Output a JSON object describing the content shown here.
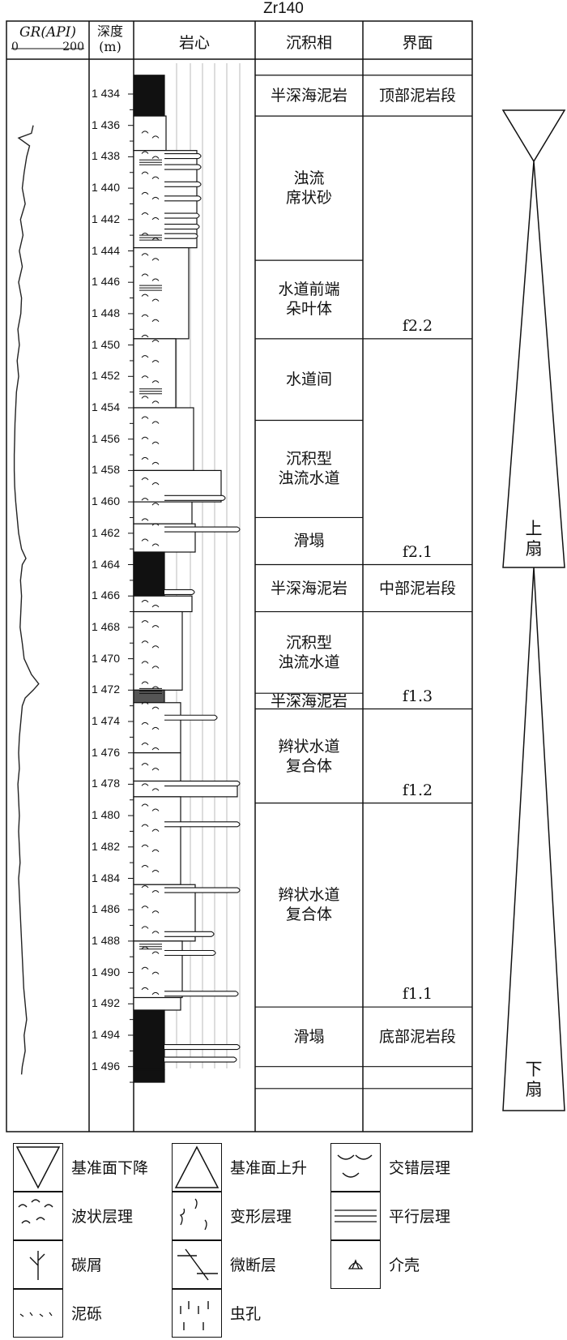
{
  "well": "Zr140",
  "headers": {
    "gr_title": "GR(API)",
    "gr_min": "0",
    "gr_max": "200",
    "depth": "深度",
    "depth_unit": "(m)",
    "core": "岩心",
    "facies": "沉积相",
    "interface": "界面"
  },
  "depth_ticks": [
    "1 434",
    "1 436",
    "1 438",
    "1 440",
    "1 442",
    "1 444",
    "1 446",
    "1 448",
    "1 450",
    "1 452",
    "1 454",
    "1 456",
    "1 458",
    "1 460",
    "1 462",
    "1 464",
    "1 466",
    "1 468",
    "1 470",
    "1 472",
    "1 474",
    "1 476",
    "1 478",
    "1 480",
    "1 482",
    "1 484",
    "1 486",
    "1 488",
    "1 490",
    "1 492",
    "1 494",
    "1 496"
  ],
  "facies": [
    {
      "label": "半深海泥岩",
      "top": 1432.8,
      "bottom": 1435.4
    },
    {
      "label": "浊流\n席状砂",
      "top": 1435.4,
      "bottom": 1444.6
    },
    {
      "label": "水道前端\n朵叶体",
      "top": 1444.6,
      "bottom": 1449.6
    },
    {
      "label": "水道间",
      "top": 1449.6,
      "bottom": 1454.8
    },
    {
      "label": "沉积型\n浊流水道",
      "top": 1454.8,
      "bottom": 1461.0
    },
    {
      "label": "滑塌",
      "top": 1461.0,
      "bottom": 1464.0
    },
    {
      "label": "半深海泥岩",
      "top": 1464.0,
      "bottom": 1467.0
    },
    {
      "label": "沉积型\n浊流水道",
      "top": 1467.0,
      "bottom": 1472.2
    },
    {
      "label": "半深海泥岩",
      "top": 1472.2,
      "bottom": 1473.2
    },
    {
      "label": "辫状水道\n复合体",
      "top": 1473.2,
      "bottom": 1479.2
    },
    {
      "label": "辫状水道\n复合体",
      "top": 1479.2,
      "bottom": 1492.2
    },
    {
      "label": "滑塌",
      "top": 1492.2,
      "bottom": 1496.0
    },
    {
      "label": "",
      "top": 1496.0,
      "bottom": 1497.4
    }
  ],
  "interfaces": [
    {
      "label": "顶部泥岩段",
      "top": 1432.8,
      "bottom": 1435.4
    },
    {
      "label": "f2.2",
      "top": 1435.4,
      "bottom": 1449.6
    },
    {
      "label": "f2.1",
      "top": 1449.6,
      "bottom": 1464.0
    },
    {
      "label": "中部泥岩段",
      "top": 1464.0,
      "bottom": 1467.0
    },
    {
      "label": "f1.3",
      "top": 1467.0,
      "bottom": 1473.2
    },
    {
      "label": "f1.2",
      "top": 1473.2,
      "bottom": 1479.2
    },
    {
      "label": "f1.1",
      "top": 1479.2,
      "bottom": 1492.2
    },
    {
      "label": "底部泥岩段",
      "top": 1492.2,
      "bottom": 1496.0
    },
    {
      "label": "",
      "top": 1496.0,
      "bottom": 1497.4
    }
  ],
  "fans": {
    "upper": "上\n扇",
    "lower": "下\n扇"
  },
  "legend": [
    {
      "icon": "base-level-fall",
      "label": "基准面下降"
    },
    {
      "icon": "base-level-rise",
      "label": "基准面上升"
    },
    {
      "icon": "cross-bedding",
      "label": "交错层理"
    },
    {
      "icon": "wavy-bedding",
      "label": "波状层理"
    },
    {
      "icon": "deformed-bedding",
      "label": "变形层理"
    },
    {
      "icon": "parallel-bedding",
      "label": "平行层理"
    },
    {
      "icon": "carbon-debris",
      "label": "碳屑"
    },
    {
      "icon": "micro-fault",
      "label": "微断层"
    },
    {
      "icon": "shell",
      "label": "介壳"
    },
    {
      "icon": "mud-gravel",
      "label": "泥砾"
    },
    {
      "icon": "burrow",
      "label": "虫孔"
    }
  ],
  "gr_curve": [
    [
      1436.0,
      60
    ],
    [
      1436.5,
      55
    ],
    [
      1436.8,
      20
    ],
    [
      1437.3,
      50
    ],
    [
      1438,
      42
    ],
    [
      1439,
      35
    ],
    [
      1440,
      30
    ],
    [
      1441,
      38
    ],
    [
      1442,
      25
    ],
    [
      1443,
      32
    ],
    [
      1444,
      22
    ],
    [
      1445,
      30
    ],
    [
      1446,
      20
    ],
    [
      1447,
      28
    ],
    [
      1448,
      26
    ],
    [
      1449,
      18
    ],
    [
      1450,
      22
    ],
    [
      1451,
      16
    ],
    [
      1452,
      20
    ],
    [
      1453,
      14
    ],
    [
      1454,
      12
    ],
    [
      1455,
      10
    ],
    [
      1456,
      9
    ],
    [
      1457,
      8
    ],
    [
      1458,
      8
    ],
    [
      1459,
      9
    ],
    [
      1460,
      12
    ],
    [
      1461,
      16
    ],
    [
      1462,
      20
    ],
    [
      1463,
      28
    ],
    [
      1463.6,
      40
    ],
    [
      1464,
      30
    ],
    [
      1465,
      25
    ],
    [
      1466,
      28
    ],
    [
      1467,
      26
    ],
    [
      1468,
      24
    ],
    [
      1469,
      30
    ],
    [
      1470,
      35
    ],
    [
      1471,
      55
    ],
    [
      1471.6,
      75
    ],
    [
      1472,
      60
    ],
    [
      1472.5,
      38
    ],
    [
      1473,
      30
    ],
    [
      1474,
      26
    ],
    [
      1475,
      22
    ],
    [
      1476,
      20
    ],
    [
      1477,
      22
    ],
    [
      1478,
      18
    ],
    [
      1479,
      20
    ],
    [
      1480,
      22
    ],
    [
      1481,
      20
    ],
    [
      1482,
      22
    ],
    [
      1483,
      24
    ],
    [
      1484,
      20
    ],
    [
      1485,
      22
    ],
    [
      1486,
      24
    ],
    [
      1487,
      26
    ],
    [
      1488,
      28
    ],
    [
      1489,
      30
    ],
    [
      1490,
      32
    ],
    [
      1491,
      34
    ],
    [
      1492,
      38
    ],
    [
      1493,
      42
    ],
    [
      1494,
      35
    ],
    [
      1495,
      38
    ],
    [
      1496,
      30
    ],
    [
      1496.5,
      28
    ]
  ]
}
